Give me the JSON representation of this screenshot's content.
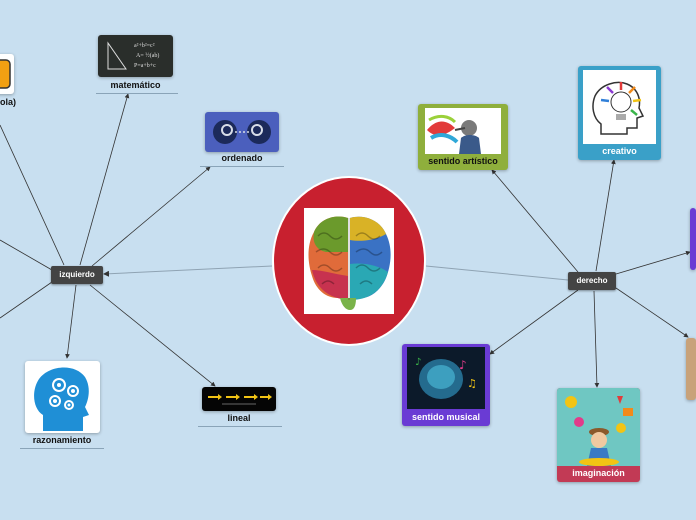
{
  "center": {
    "icon": "brain-icon",
    "circle_color": "#c8202f"
  },
  "left_branch": {
    "label": "izquierdo",
    "children": [
      {
        "label": "matemático",
        "icon": "chalkboard-formula-icon"
      },
      {
        "label": "ordenado",
        "icon": "ordered-gears-heads-icon"
      },
      {
        "label": "razonamiento",
        "icon": "head-gears-icon"
      },
      {
        "label": "lineal",
        "icon": "linear-arrows-icon"
      },
      {
        "label": "ola)",
        "icon": "bell-icon"
      }
    ]
  },
  "right_branch": {
    "label": "derecho",
    "children": [
      {
        "label": "sentido artístico",
        "icon": "art-brush-icon",
        "color": "#8faf3c"
      },
      {
        "label": "creativo",
        "icon": "lightbulb-head-icon",
        "color": "#3aa0c8"
      },
      {
        "label": "sentido musical",
        "icon": "music-brain-icon",
        "color": "#6a3bd4"
      },
      {
        "label": "imaginación",
        "icon": "imagination-child-icon",
        "color": "#c23a55"
      }
    ]
  }
}
